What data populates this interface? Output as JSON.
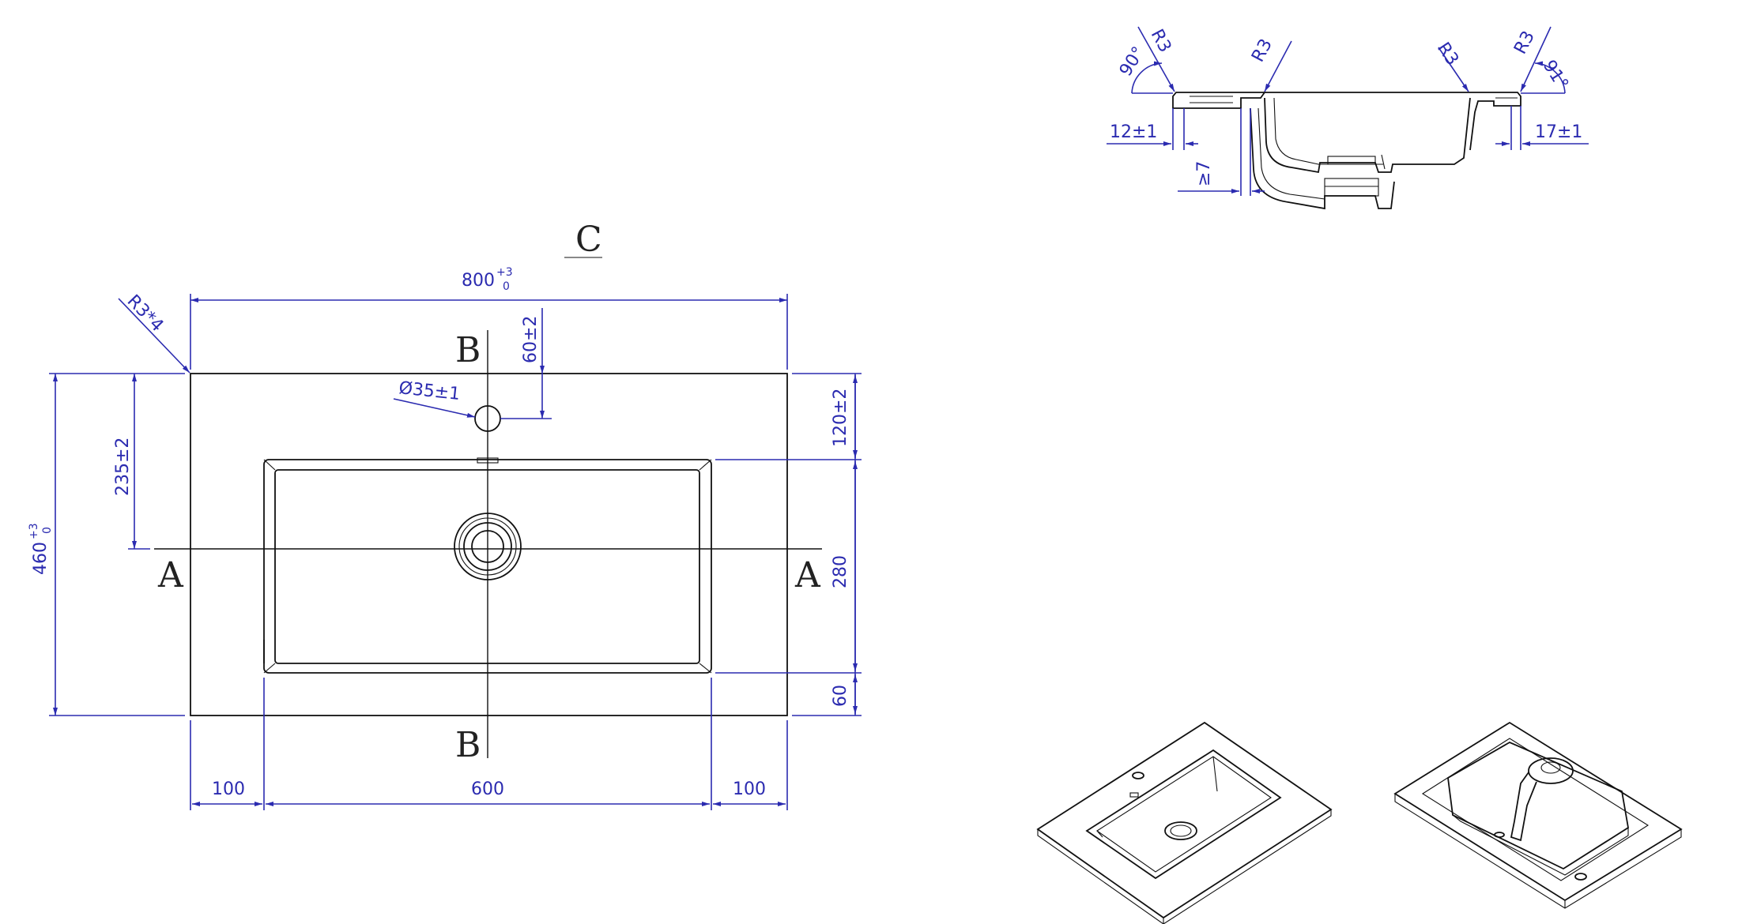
{
  "view": {
    "label_C": "C",
    "label_A": "A",
    "label_B": "B"
  },
  "dims": {
    "width_main": "800",
    "width_tol_plus": "+3",
    "width_tol_minus": "0",
    "height_main": "460",
    "height_tol_plus": "+3",
    "height_tol_minus": "0",
    "corner_radius": "R3*4",
    "tap_hole_dia": "Ø35±1",
    "tap_hole_pos": "60±2",
    "drain_pos": "235±2",
    "basin_top": "120±2",
    "basin_depth": "280",
    "basin_bottom": "60",
    "left_margin": "100",
    "basin_width": "600",
    "right_margin": "100"
  },
  "section": {
    "angle_left": "90°",
    "angle_right": "91°",
    "radius": "R3",
    "thickness_left": "12±1",
    "thickness_right": "17±1",
    "min_gap": "≥7"
  },
  "colors": {
    "dimension": "#2b2bb0",
    "outline": "#111111"
  }
}
